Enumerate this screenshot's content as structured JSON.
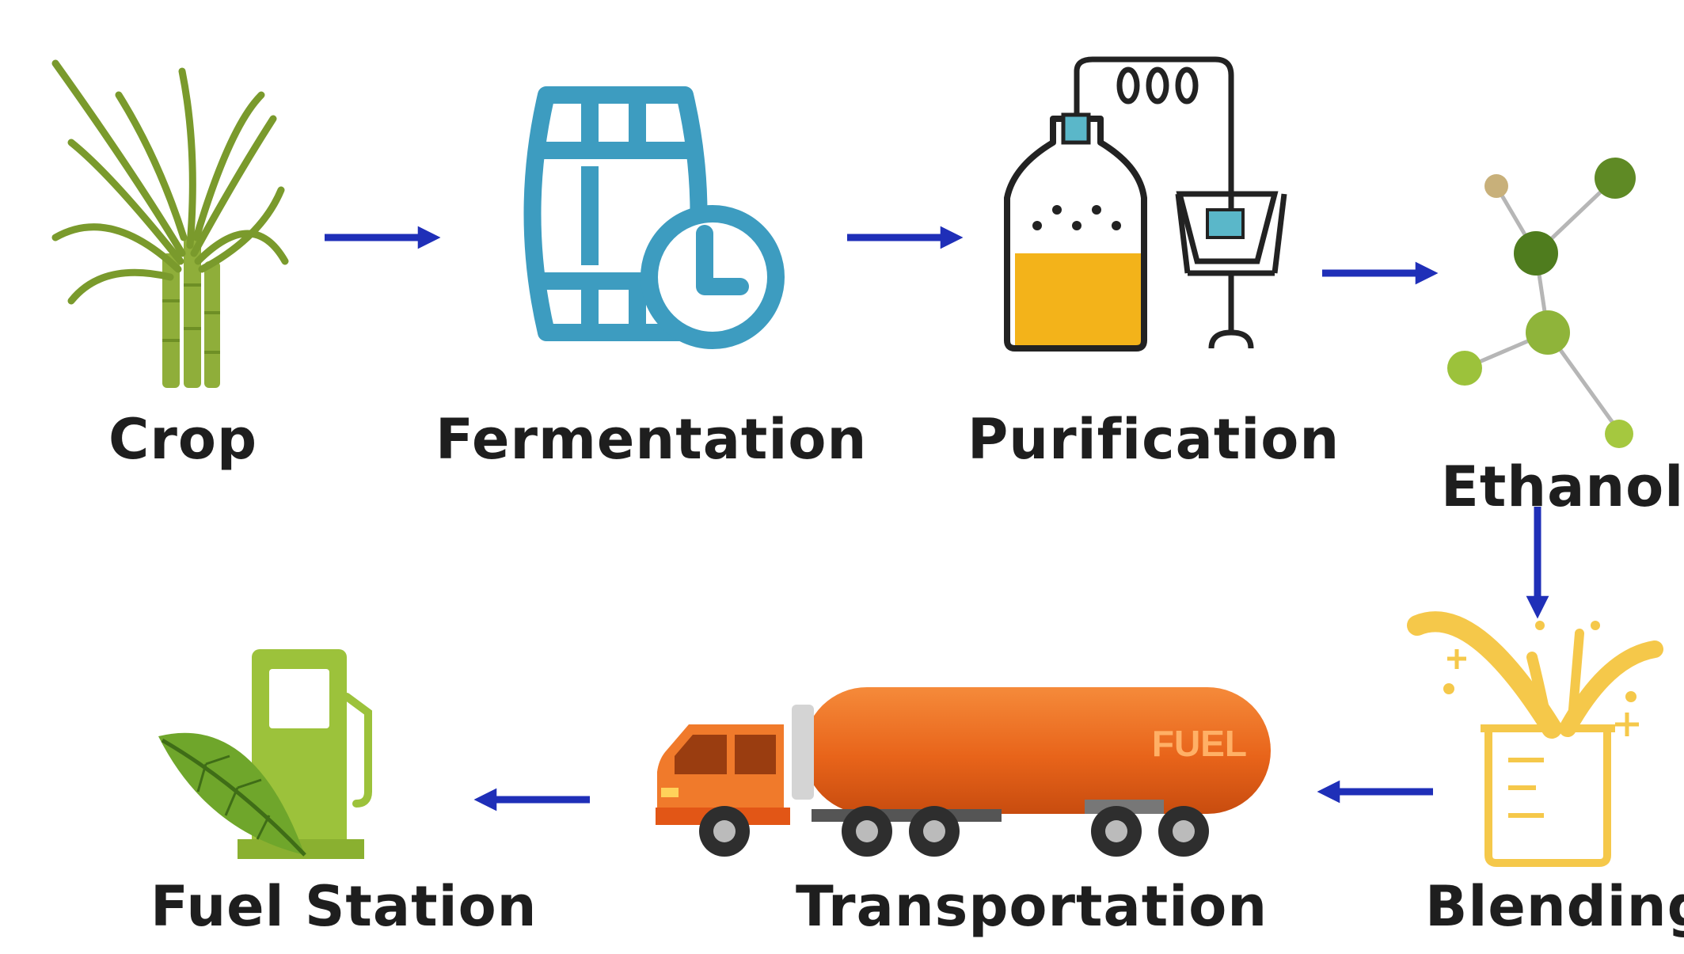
{
  "steps": [
    {
      "id": "crop",
      "label": "Crop",
      "icon": "sugarcane-icon"
    },
    {
      "id": "fermentation",
      "label": "Fermentation",
      "icon": "barrel-clock-icon"
    },
    {
      "id": "purification",
      "label": "Purification",
      "icon": "distillation-icon"
    },
    {
      "id": "ethanol",
      "label": "Ethanol",
      "icon": "molecule-icon"
    },
    {
      "id": "blending",
      "label": "Blending",
      "icon": "mixing-beaker-icon"
    },
    {
      "id": "transportation",
      "label": "Transportation",
      "icon": "fuel-tanker-truck-icon"
    },
    {
      "id": "fuel_station",
      "label": "Fuel Station",
      "icon": "fuel-pump-leaf-icon"
    }
  ],
  "truck": {
    "tank_text": "FUEL"
  },
  "colors": {
    "arrow": "#1f2fb8",
    "crop_green": "#7a9a2c",
    "barrel_blue": "#3d9cc0",
    "liquid_yellow": "#f3b31a",
    "molecule_green": "#6f9a2e",
    "blend_yellow": "#f5c84a",
    "truck_orange": "#e8641a",
    "pump_green": "#9cc23b"
  }
}
